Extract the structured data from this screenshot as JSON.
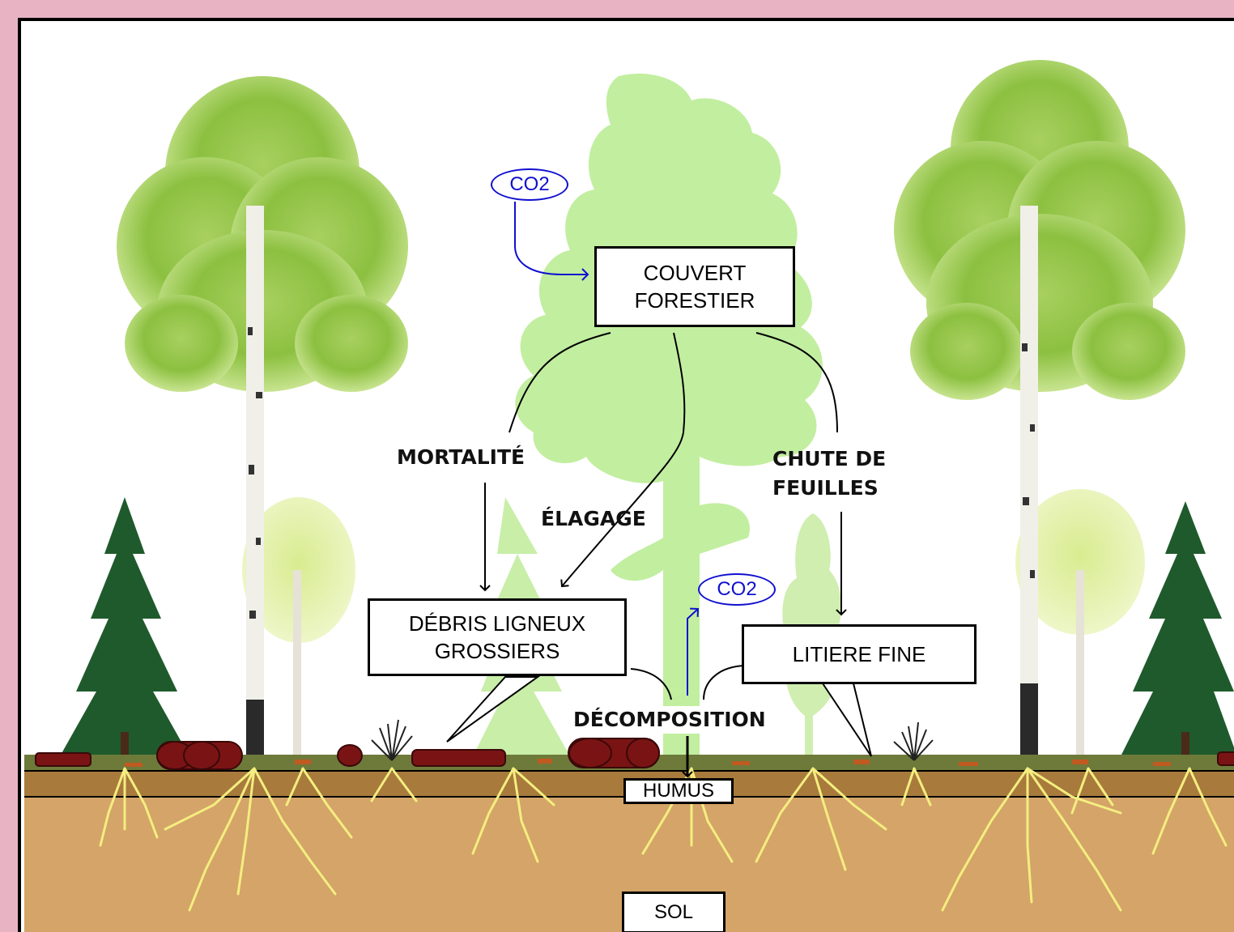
{
  "labels": {
    "canopy_line1": "COUVERT",
    "canopy_line2": "FORESTIER",
    "mortality": "MORTALITÉ",
    "pruning": "ÉLAGAGE",
    "leaf_fall_line1": "CHUTE DE",
    "leaf_fall_line2": "FEUILLES",
    "woody_debris_line1": "DÉBRIS LIGNEUX",
    "woody_debris_line2": "GROSSIERS",
    "fine_litter": "LITIERE FINE",
    "decomposition": "DÉCOMPOSITION",
    "humus": "HUMUS",
    "soil": "SOL",
    "co2_top": "CO2",
    "co2_bottom": "CO2"
  },
  "colors": {
    "frame_background": "#e8b4c4",
    "sky": "#ffffff",
    "background_tree": "#c2eea0",
    "humus_layer": "#a87a3c",
    "soil": "#d4a468",
    "roots": "#f4ee80",
    "logs": "#7a1414",
    "co2_arrow": "#1010d0",
    "flow_arrow": "#000000"
  }
}
